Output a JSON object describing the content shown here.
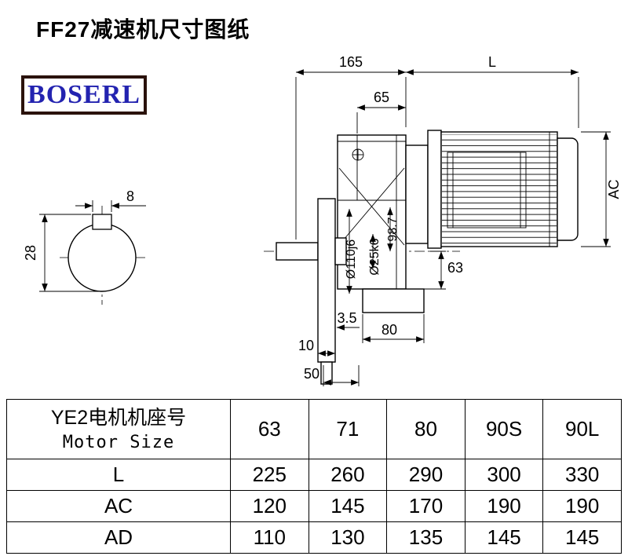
{
  "title": "FF27减速机尺寸图纸",
  "logo_text": "BOSERL",
  "drawing": {
    "dim_165": "165",
    "dim_l": "L",
    "dim_65": "65",
    "dim_ac": "AC",
    "dim_key_width": "8",
    "dim_key_depth": "28",
    "dim_flange_dia": "Ø110j6",
    "dim_shaft_dia": "Ø25k6",
    "dim_center_height": "98.7",
    "dim_63": "63",
    "dim_3_5": "3.5",
    "dim_80": "80",
    "dim_10": "10",
    "dim_50": "50"
  },
  "table": {
    "header_col1_line1": "YE2电机机座号",
    "header_col1_line2": "Motor Size",
    "columns": [
      "63",
      "71",
      "80",
      "90S",
      "90L"
    ],
    "rows": [
      {
        "label": "L",
        "values": [
          "225",
          "260",
          "290",
          "300",
          "330"
        ]
      },
      {
        "label": "AC",
        "values": [
          "120",
          "145",
          "170",
          "190",
          "190"
        ]
      },
      {
        "label": "AD",
        "values": [
          "110",
          "130",
          "135",
          "145",
          "145"
        ]
      }
    ]
  }
}
